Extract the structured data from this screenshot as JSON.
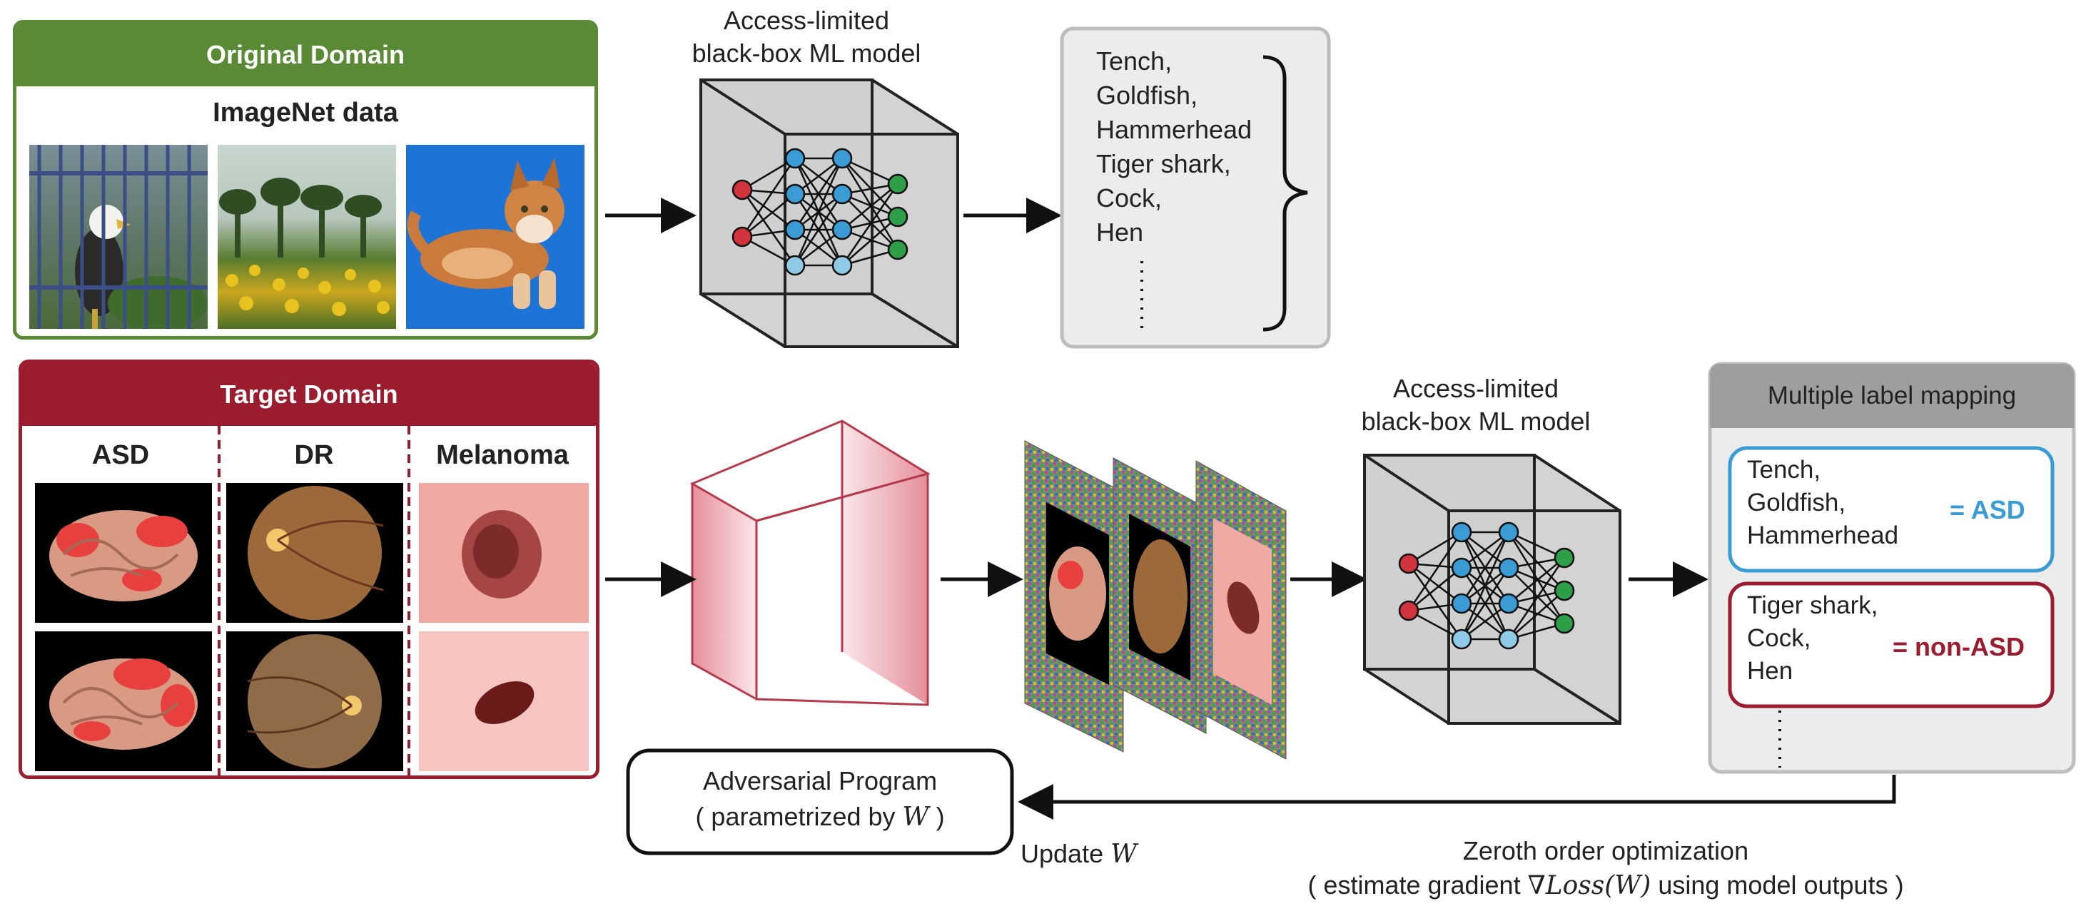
{
  "original_domain": {
    "title": "Original Domain",
    "subtitle": "ImageNet data",
    "color": "#5a8a35"
  },
  "target_domain": {
    "title": "Target Domain",
    "color": "#9b1c2e",
    "columns": [
      "ASD",
      "DR",
      "Melanoma"
    ]
  },
  "model": {
    "caption_line1": "Access-limited",
    "caption_line2": "black-box ML model"
  },
  "imagenet_labels": [
    "Tench,",
    "Goldfish,",
    "Hammerhead",
    "Tiger shark,",
    "Cock,",
    "Hen"
  ],
  "mapping": {
    "title": "Multiple label mapping",
    "group1": [
      "Tench,",
      "Goldfish,",
      "Hammerhead"
    ],
    "group1_result": "= ASD",
    "group1_color": "#3a9bd5",
    "group2": [
      "Tiger shark,",
      "Cock,",
      "Hen"
    ],
    "group2_result": "= non-ASD",
    "group2_color": "#9b1c2e"
  },
  "program": {
    "line1": "Adversarial Program",
    "line2_prefix": "( parametrized by ",
    "line2_var": "W",
    "line2_suffix": " )"
  },
  "update": {
    "prefix": "Update ",
    "var": "W"
  },
  "zoo": {
    "line1": "Zeroth order optimization",
    "line2_prefix": "( estimate gradient ",
    "line2_math": "∇Loss(W)",
    "line2_suffix": " using model outputs )"
  },
  "colors": {
    "node_red": "#d1343c",
    "node_blue": "#3a9bd5",
    "node_lightblue": "#8fcbe6",
    "node_green": "#2e9e48",
    "cube_fill": "#d3d3d3",
    "program_pink": "#e89aa6"
  }
}
